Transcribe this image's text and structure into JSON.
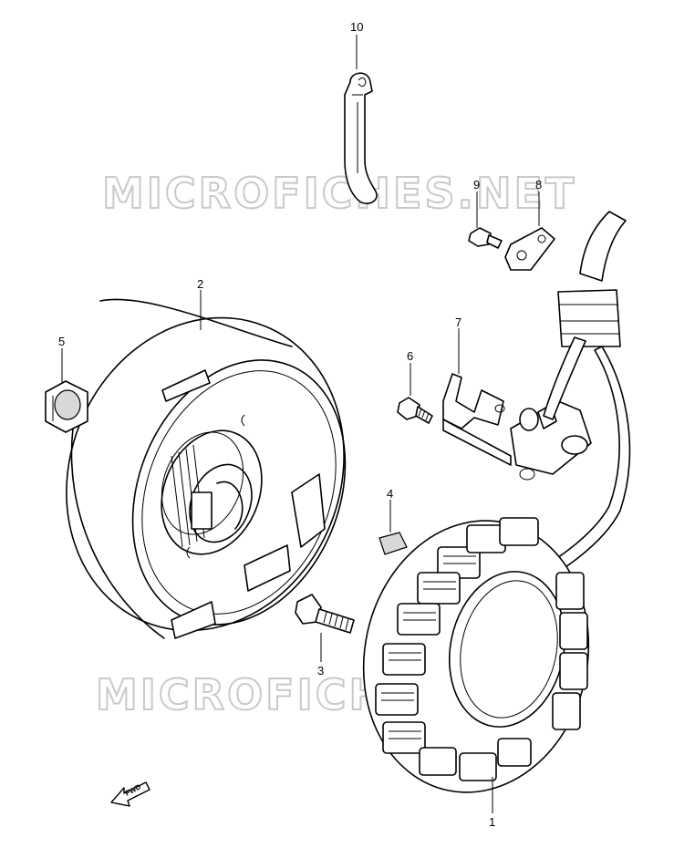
{
  "watermark": "MICROFICHES.NET",
  "parts": [
    {
      "key": "p1",
      "label": "1"
    },
    {
      "key": "p2",
      "label": "2"
    },
    {
      "key": "p3",
      "label": "3"
    },
    {
      "key": "p4",
      "label": "4"
    },
    {
      "key": "p5",
      "label": "5"
    },
    {
      "key": "p6",
      "label": "6"
    },
    {
      "key": "p7",
      "label": "7"
    },
    {
      "key": "p8",
      "label": "8"
    },
    {
      "key": "p9",
      "label": "9"
    },
    {
      "key": "p10",
      "label": "10"
    }
  ],
  "fwd": "FWD"
}
